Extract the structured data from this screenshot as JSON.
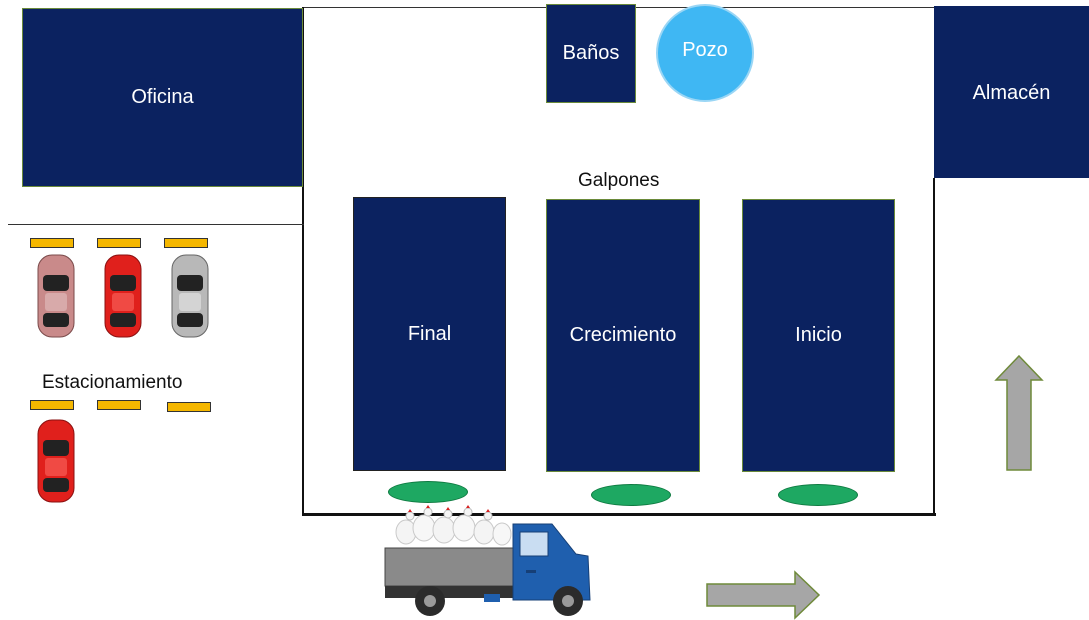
{
  "areas": {
    "oficina": "Oficina",
    "banos": "Baños",
    "pozo": "Pozo",
    "almacen": "Almacén",
    "galpones_title": "Galpones",
    "galpon_final": "Final",
    "galpon_crecimiento": "Crecimiento",
    "galpon_inicio": "Inicio",
    "estacionamiento": "Estacionamiento"
  },
  "colors": {
    "building": "#0b2260",
    "pozo": "#3fb7f3",
    "pad": "#1ea862",
    "bumper": "#f5b700",
    "arrow": "#a6a6a6",
    "truck_cab": "#1f5fae"
  },
  "icons": [
    "car-icon",
    "truck-icon",
    "chicken-icon",
    "arrow-up-icon",
    "arrow-right-icon"
  ]
}
